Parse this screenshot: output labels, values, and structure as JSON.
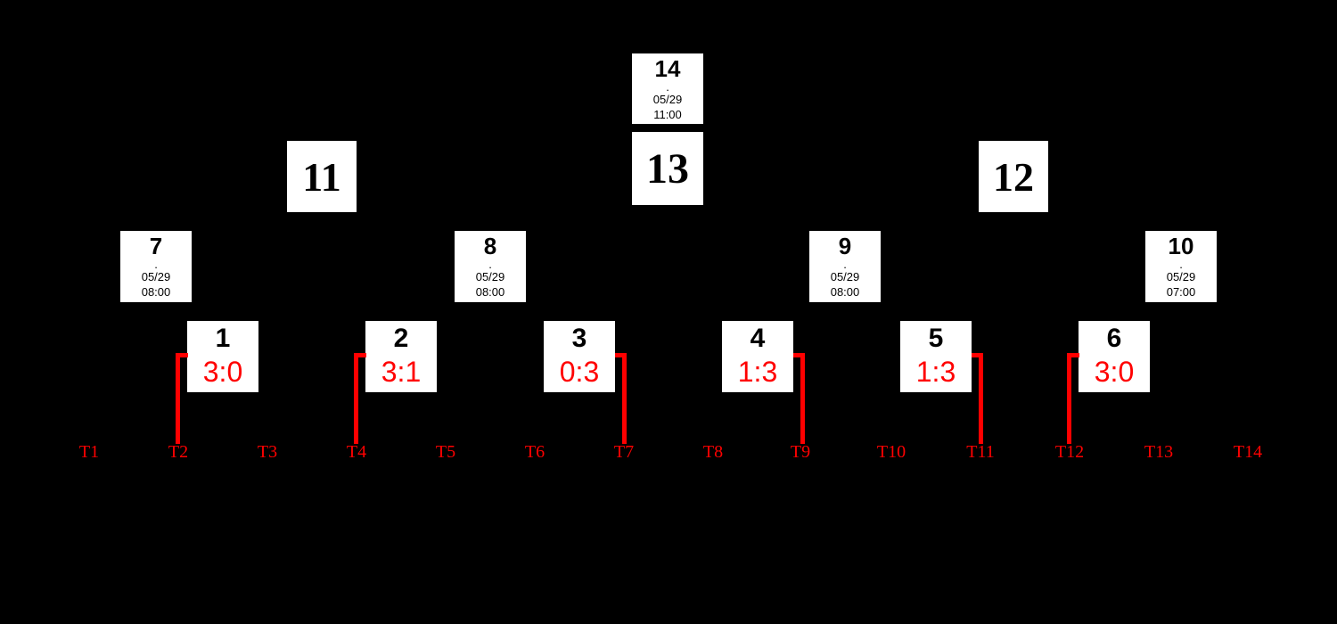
{
  "colors": {
    "background": "#000000",
    "box_fill": "#ffffff",
    "accent_red": "#ff0000",
    "number_black": "#000000"
  },
  "round1_matches": [
    {
      "number": "1",
      "score": "3:0",
      "winner": "T2",
      "winner_side": "left"
    },
    {
      "number": "2",
      "score": "3:1",
      "winner": "T4",
      "winner_side": "left"
    },
    {
      "number": "3",
      "score": "0:3",
      "winner": "T7",
      "winner_side": "right"
    },
    {
      "number": "4",
      "score": "1:3",
      "winner": "T9",
      "winner_side": "right"
    },
    {
      "number": "5",
      "score": "1:3",
      "winner": "T11",
      "winner_side": "right"
    },
    {
      "number": "6",
      "score": "3:0",
      "winner": "T12",
      "winner_side": "left"
    }
  ],
  "round2_matches": [
    {
      "number": "7",
      "score_placeholder": ".",
      "date": "05/29",
      "time": "08:00"
    },
    {
      "number": "8",
      "score_placeholder": ".",
      "date": "05/29",
      "time": "08:00"
    },
    {
      "number": "9",
      "score_placeholder": ".",
      "date": "05/29",
      "time": "08:00"
    },
    {
      "number": "10",
      "score_placeholder": ".",
      "date": "05/29",
      "time": "07:00"
    }
  ],
  "semifinal_matches": [
    {
      "number": "11"
    },
    {
      "number": "12"
    }
  ],
  "final_match": {
    "number": "13"
  },
  "match14": {
    "number": "14",
    "score_placeholder": ".",
    "date": "05/29",
    "time": "11:00"
  },
  "teams": [
    "T1",
    "T2",
    "T3",
    "T4",
    "T5",
    "T6",
    "T7",
    "T8",
    "T9",
    "T10",
    "T11",
    "T12",
    "T13",
    "T14"
  ]
}
